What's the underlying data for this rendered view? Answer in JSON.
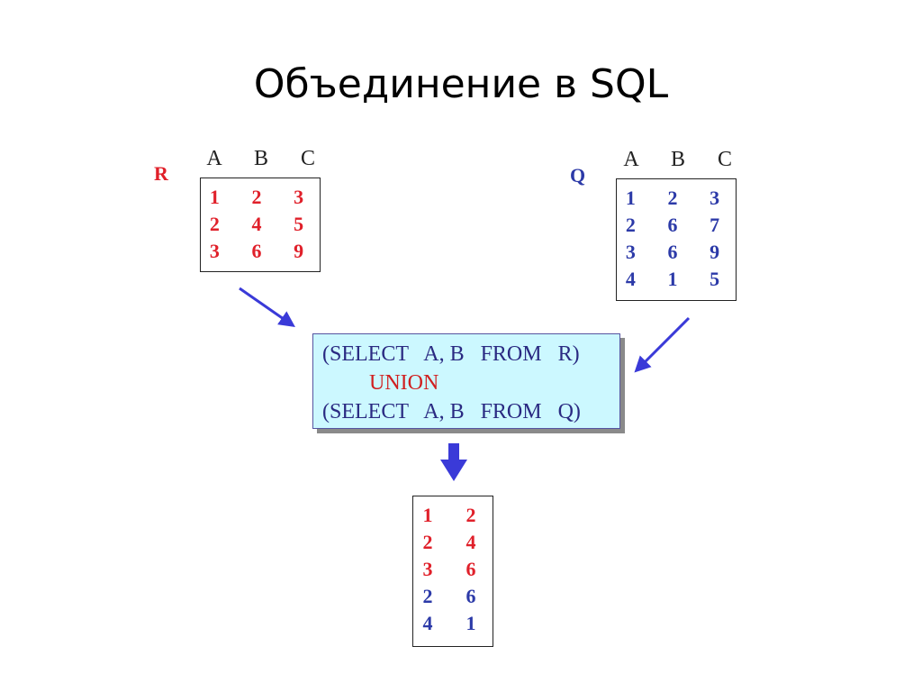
{
  "title": "Объединение в SQL",
  "relations": {
    "r": {
      "name": "R",
      "headers": [
        "A",
        "B",
        "C"
      ],
      "rows": [
        [
          "1",
          "2",
          "3"
        ],
        [
          "2",
          "4",
          "5"
        ],
        [
          "3",
          "6",
          "9"
        ]
      ]
    },
    "q": {
      "name": "Q",
      "headers": [
        "A",
        "B",
        "C"
      ],
      "rows": [
        [
          "1",
          "2",
          "3"
        ],
        [
          "2",
          "6",
          "7"
        ],
        [
          "3",
          "6",
          "9"
        ],
        [
          "4",
          "1",
          "5"
        ]
      ]
    }
  },
  "query": {
    "line1": "(SELECT   A, B   FROM   R)",
    "union": "UNION",
    "line2": "(SELECT   A, B   FROM   Q)"
  },
  "result": {
    "rows": [
      {
        "cells": [
          "1",
          "2"
        ],
        "source": "R"
      },
      {
        "cells": [
          "2",
          "4"
        ],
        "source": "R"
      },
      {
        "cells": [
          "3",
          "6"
        ],
        "source": "R"
      },
      {
        "cells": [
          "2",
          "6"
        ],
        "source": "Q"
      },
      {
        "cells": [
          "4",
          "1"
        ],
        "source": "Q"
      }
    ]
  },
  "colors": {
    "r": "#e0202a",
    "q": "#2c3aa8",
    "arrow": "#3a3ad8",
    "query_bg": "#ccf8ff"
  }
}
